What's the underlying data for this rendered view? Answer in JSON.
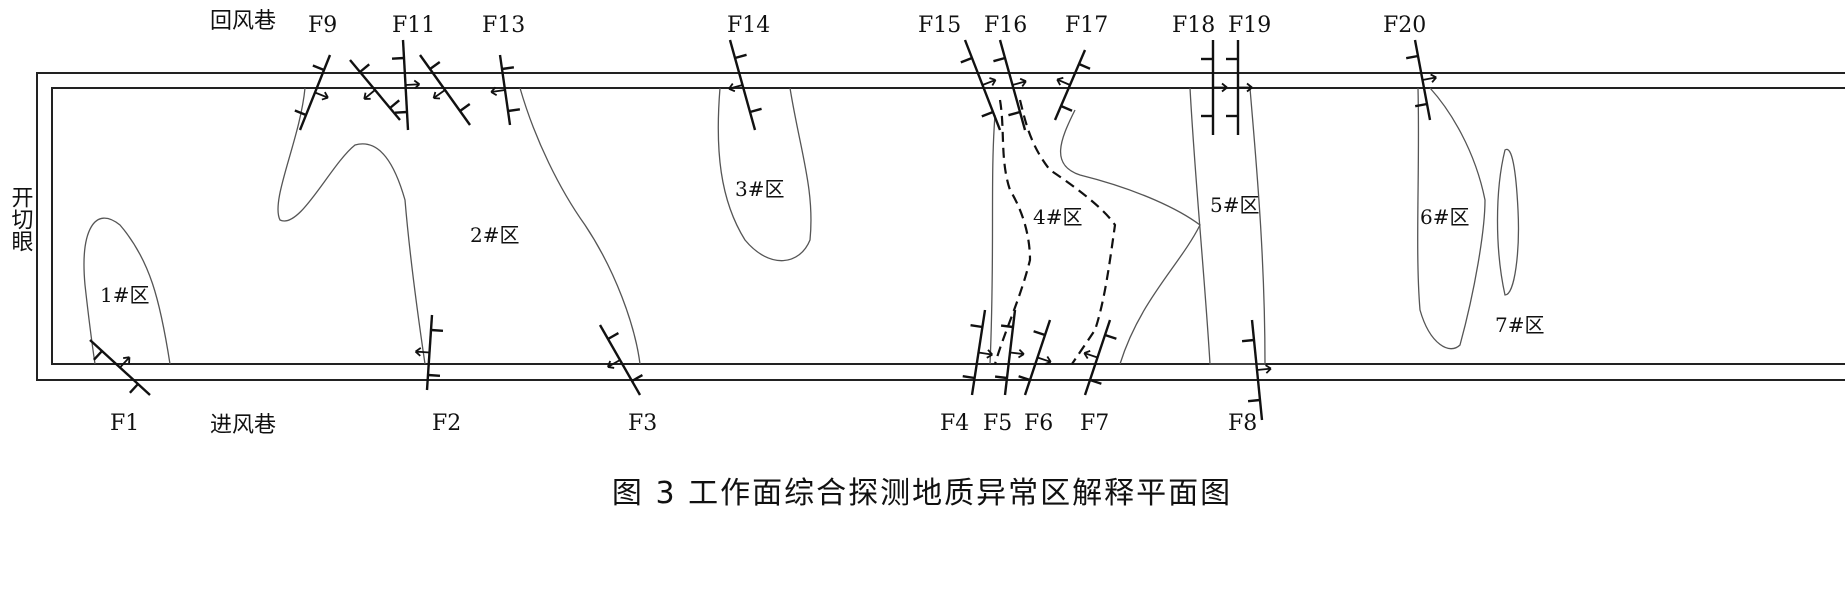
{
  "diagram": {
    "caption": "图 3 工作面综合探测地质异常区解释平面图",
    "cut_hole_label": "开切眼",
    "return_airway_label": "回风巷",
    "intake_airway_label": "进风巷",
    "faults_top": [
      "F9",
      "F11",
      "F13",
      "F14",
      "F15",
      "F16",
      "F17",
      "F18",
      "F19",
      "F20"
    ],
    "faults_bottom": [
      "F1",
      "F2",
      "F3",
      "F4",
      "F5",
      "F6",
      "F7",
      "F8"
    ],
    "zones": [
      "1#区",
      "2#区",
      "3#区",
      "4#区",
      "5#区",
      "6#区",
      "7#区"
    ]
  }
}
